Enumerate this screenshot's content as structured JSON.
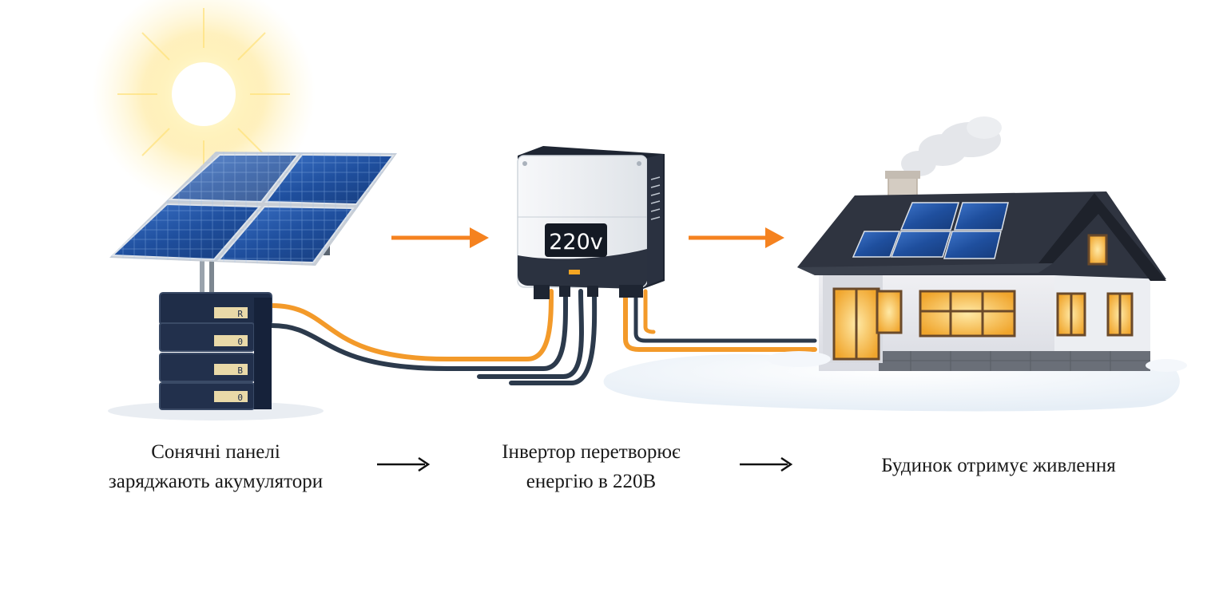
{
  "inverter": {
    "display": "220v"
  },
  "battery": {
    "labels": [
      "R",
      "0",
      "B",
      "0"
    ]
  },
  "captions": {
    "panels": {
      "line1": "Сонячні панелі",
      "line2": "заряджають акумулятори"
    },
    "inverter": {
      "line1": "Інвертор перетворює",
      "line2": "енергію в 220В"
    },
    "house": {
      "line1": "Будинок отримує живлення"
    }
  },
  "colors": {
    "flow_arrow": "#f5821f",
    "cable_orange": "#f39a2a",
    "cable_dark": "#2c3a4c",
    "panel_blue": "#1f4f9e",
    "battery_navy": "#1f2d48",
    "window_glow": "#ffc24a",
    "roof": "#2f3440"
  }
}
